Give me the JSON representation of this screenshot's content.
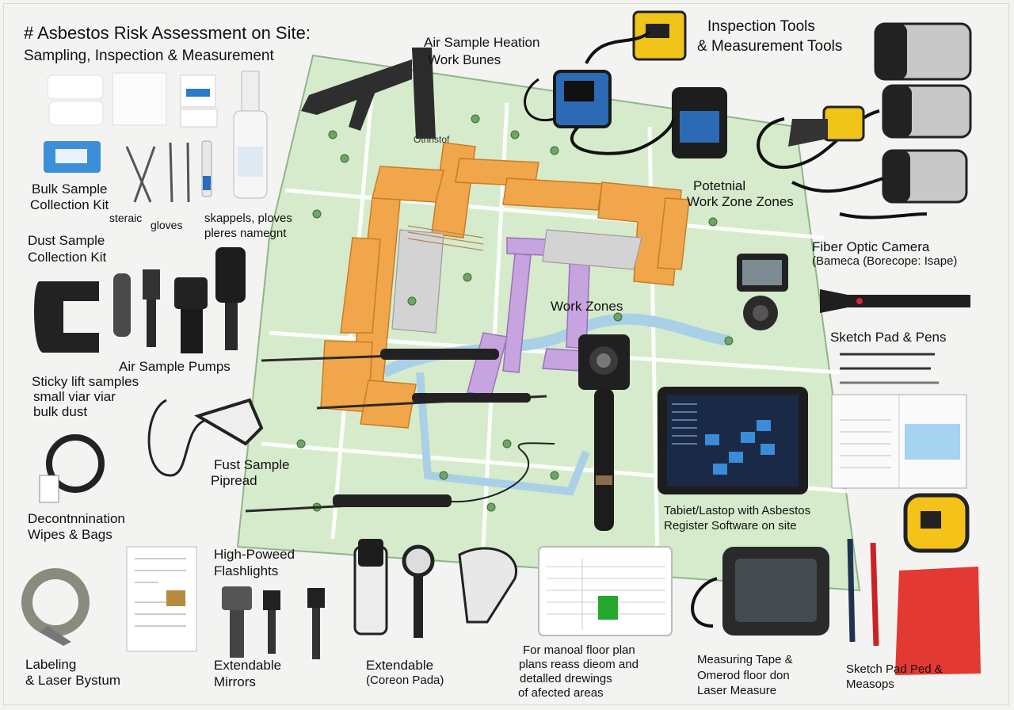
{
  "title": "# Asbestos Risk Assessment on Site:",
  "subtitle": "Sampling, Inspection & Measurement",
  "labels": {
    "air_sample_heation": "Air Sample Heation",
    "work_bunes": "Work Bunes",
    "inspection_tools": "Inspection Tools",
    "measurement_tools": "& Measurement Tools",
    "bulk_sample": "Bulk Sample",
    "collection_kit": "Collection Kit",
    "steraic": "steraic",
    "gloves": "gloves",
    "skappels": "skappels, ploves",
    "pleres": "pleres namegnt",
    "dust_sample": "Dust Sample",
    "dust_collection": "Collection Kit",
    "potential": "Potetnial",
    "work_zone_zones": "Work Zone Zones",
    "fiber_optic": "Fiber Optic Camera",
    "fiber_sub": "(Bameca (Borecope: Isape)",
    "work_zones": "Work Zones",
    "sketch_pad_pens": "Sketch Pad & Pens",
    "air_sample_pumps": "Air Sample Pumps",
    "sticky_1": "Sticky lift samples",
    "sticky_2": "small viar viar",
    "sticky_3": "bulk dust",
    "fust_sample": "Fust Sample",
    "pipread": "Pipread",
    "tablet_1": "Tabiet/Lastop with Asbestos",
    "tablet_2": "Register Software on site",
    "decon_1": "Decontnnination",
    "decon_2": "Wipes & Bags",
    "flash_1": "High-Poweed",
    "flash_2": "Flashlights",
    "labeling_1": "Labeling",
    "labeling_2": "& Laser Bystum",
    "ext_mirrors_1": "Extendable",
    "ext_mirrors_2": "Mirrors",
    "ext_pada_1": "Extendable",
    "ext_pada_2": "(Coreon Pada)",
    "floor_1": "For manoal floor plan",
    "floor_2": "plans reass dieom and",
    "floor_3": "detalled drewings",
    "floor_4": "of afected areas",
    "measuring_1": "Measuring Tape &",
    "measuring_2": "Omerod floor don",
    "measuring_3": "Laser Measure",
    "sketch_pad_2a": "Sketch Pad Ped &",
    "sketch_pad_2b": "Measops",
    "map_oth": "Othristof"
  },
  "colors": {
    "map_green": "#cfe6c4",
    "building_orange": "#f2a64b",
    "zone_purple": "#c7a3e0",
    "water_blue": "#b9d8ea",
    "tape_yellow": "#f5c21a",
    "bag_red": "#e23a33",
    "gauge_blue": "#2c6ab5"
  }
}
